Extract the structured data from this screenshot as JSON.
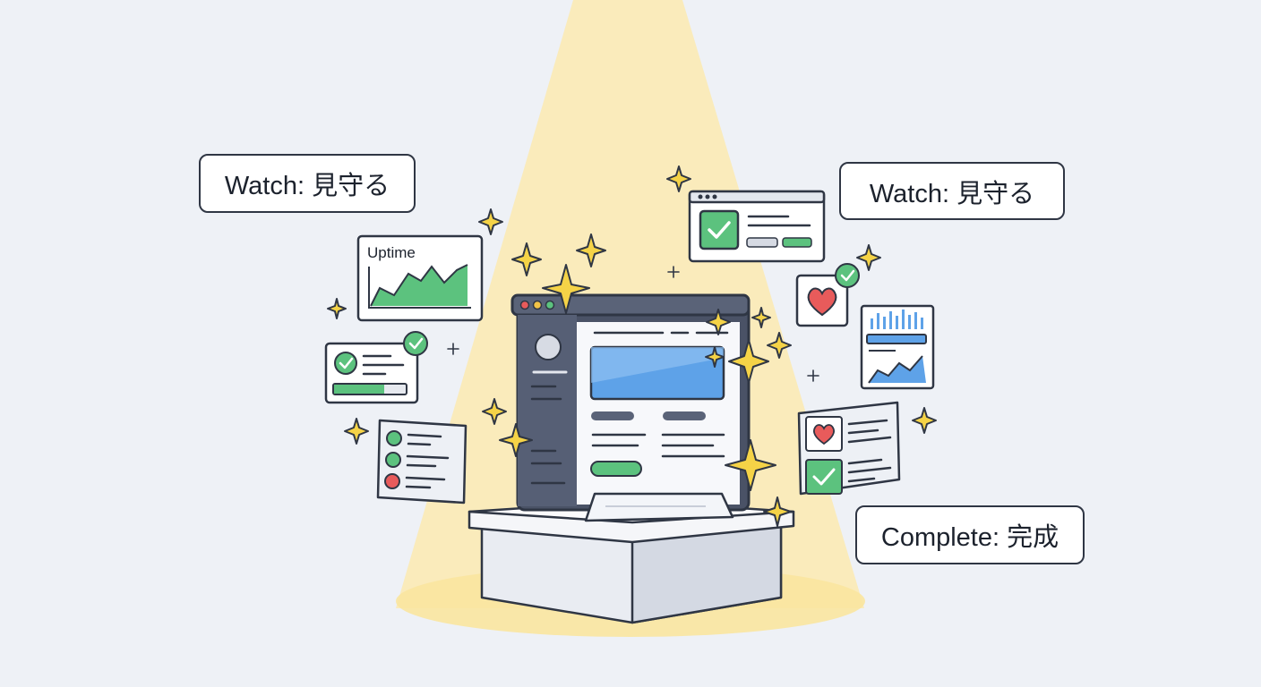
{
  "labels": {
    "watch_left": "Watch: 見守る",
    "watch_right": "Watch: 見守る",
    "complete": "Complete: 完成"
  },
  "uptime_card": {
    "title": "Uptime"
  },
  "colors": {
    "background": "#eef1f6",
    "spotlight": "#fbe9a6",
    "outline": "#2f3644",
    "accent_green": "#5cc27e",
    "accent_blue": "#5ea2e8",
    "accent_red": "#e85b5b",
    "sparkle": "#f5d347",
    "sidebar_dark": "#565f75"
  },
  "icons": {
    "check": "check-circle-icon",
    "heart": "heart-icon",
    "sparkle": "sparkle-icon",
    "window_dots": "window-controls-icon"
  }
}
